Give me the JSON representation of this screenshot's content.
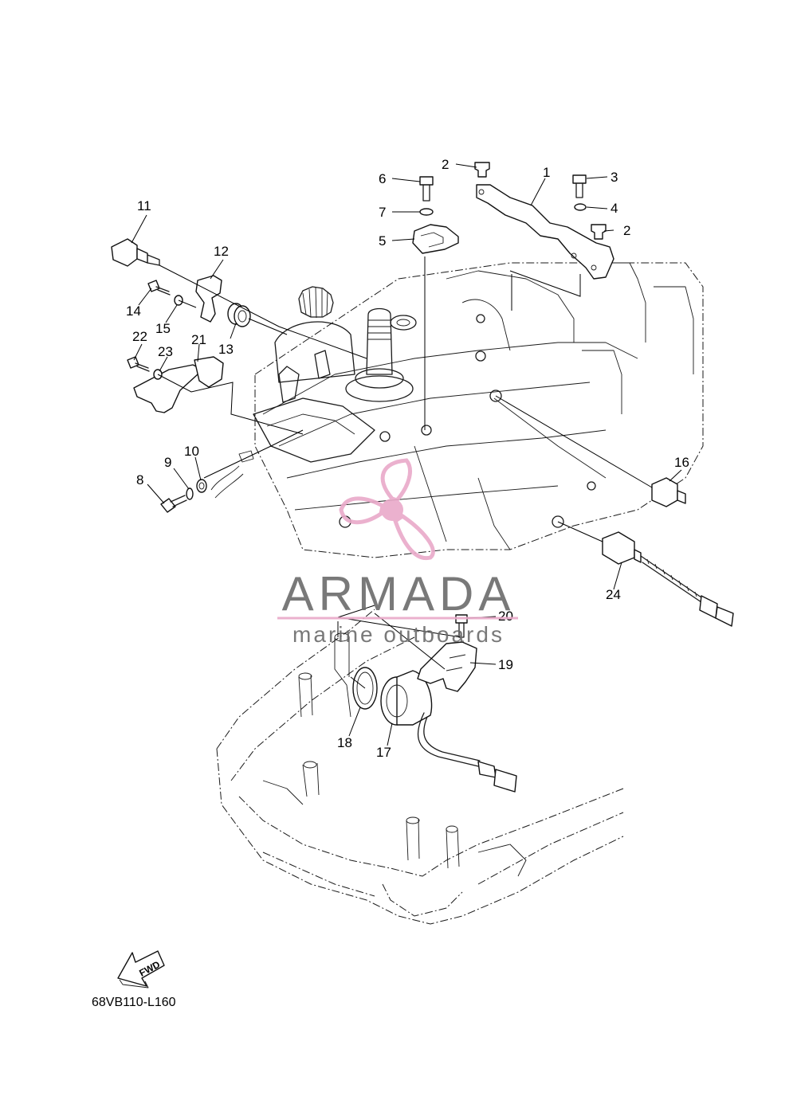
{
  "diagram": {
    "code": "68VB110-L160",
    "fwd_label": "FWD",
    "watermark": {
      "brand": "ARMADA",
      "tagline": "marine outboards",
      "brand_color": "#6b6b6b",
      "accent_color": "#e9a9c9"
    },
    "callouts": [
      "1",
      "2",
      "2",
      "3",
      "4",
      "5",
      "6",
      "7",
      "8",
      "9",
      "10",
      "11",
      "12",
      "13",
      "14",
      "15",
      "16",
      "17",
      "18",
      "19",
      "20",
      "21",
      "22",
      "23",
      "24"
    ]
  }
}
